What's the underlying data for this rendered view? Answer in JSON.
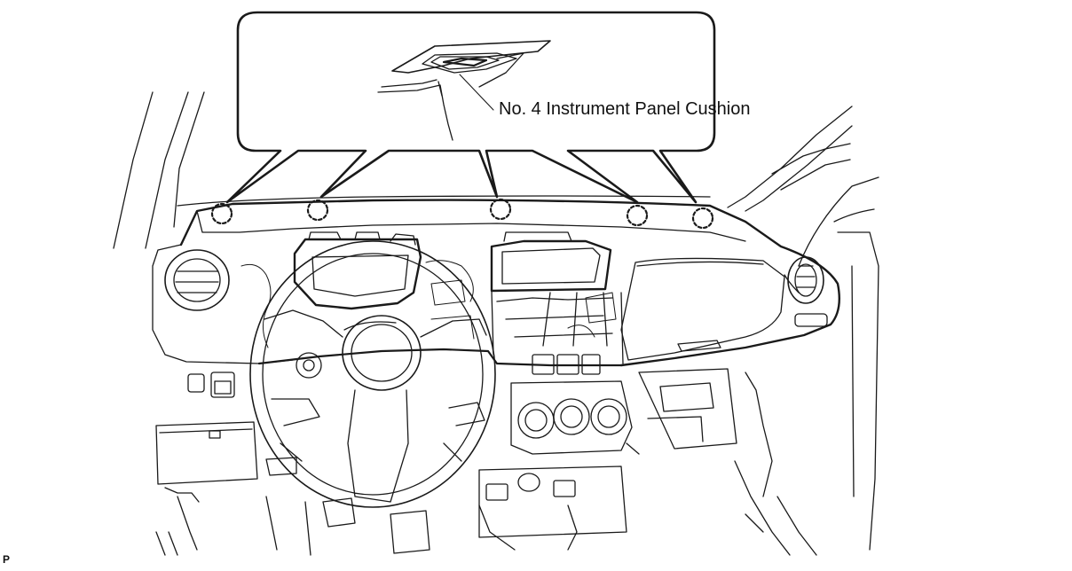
{
  "callout": {
    "label": "No. 4 Instrument Panel Cushion"
  },
  "corner_code": "P",
  "clips": {
    "count": 5
  },
  "colors": {
    "line": "#1a1a1a",
    "background": "#ffffff"
  }
}
